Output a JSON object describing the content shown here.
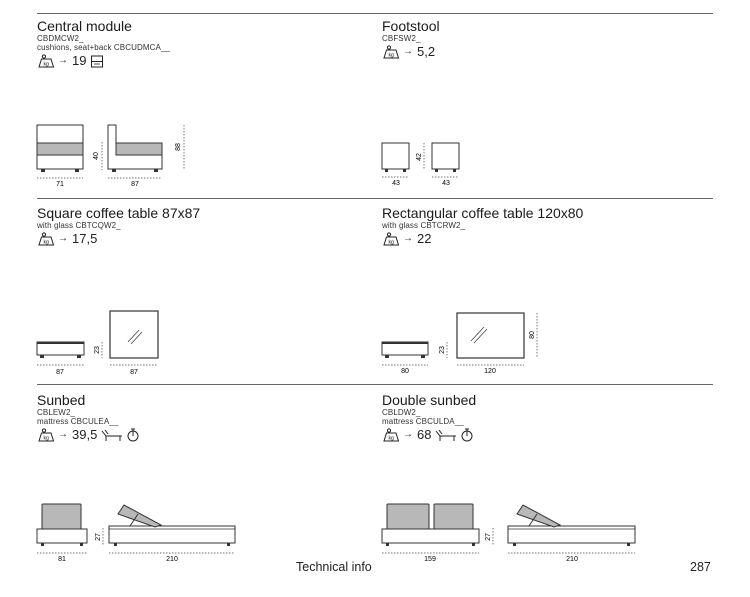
{
  "page": {
    "footer_label": "Technical info",
    "page_number": "287"
  },
  "weight_icon_label": "kg",
  "items": [
    {
      "title": "Central module",
      "codes": [
        "CBDMCW2_",
        "cushions, seat+back CBCUDMCA__"
      ],
      "weight": "19",
      "icons": [
        "weight-icon",
        "arrow",
        "stack-icon"
      ],
      "dims": [
        "40",
        "88",
        "71",
        "87"
      ]
    },
    {
      "title": "Footstool",
      "codes": [
        "CBFSW2_"
      ],
      "weight": "5,2",
      "icons": [
        "weight-icon",
        "arrow"
      ],
      "dims": [
        "42",
        "43",
        "43"
      ]
    },
    {
      "title": "Square coffee table 87x87",
      "codes": [
        "with glass CBTCQW2_"
      ],
      "weight": "17,5",
      "icons": [
        "weight-icon",
        "arrow"
      ],
      "dims": [
        "23",
        "87",
        "87"
      ]
    },
    {
      "title": "Rectangular coffee table 120x80",
      "codes": [
        "with glass CBTCRW2_"
      ],
      "weight": "22",
      "icons": [
        "weight-icon",
        "arrow"
      ],
      "dims": [
        "23",
        "80",
        "80",
        "120"
      ]
    },
    {
      "title": "Sunbed",
      "codes": [
        "CBLEW2_",
        "mattress CBCULEA__"
      ],
      "weight": "39,5",
      "icons": [
        "weight-icon",
        "arrow",
        "lounger-icon",
        "adjustable-icon"
      ],
      "dims": [
        "27",
        "81",
        "210"
      ]
    },
    {
      "title": "Double sunbed",
      "codes": [
        "CBLDW2_",
        "mattress CBCULDA__"
      ],
      "weight": "68",
      "icons": [
        "weight-icon",
        "arrow",
        "lounger-icon",
        "adjustable-icon"
      ],
      "dims": [
        "27",
        "159",
        "210"
      ]
    }
  ]
}
